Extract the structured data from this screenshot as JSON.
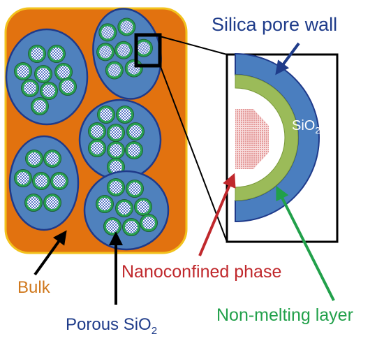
{
  "labels": {
    "silica_pore_wall": "Silica pore wall",
    "sio2_main": "SiO",
    "sio2_sub": "2",
    "nanoconfined_phase": "Nanoconfined phase",
    "non_melting_layer": "Non-melting layer",
    "bulk": "Bulk",
    "porous_main": "Porous SiO",
    "porous_sub": "2"
  },
  "colors": {
    "bulk_fill": "#e2720f",
    "bulk_border": "#f2c21d",
    "particle_fill": "#4f81bd",
    "particle_stroke": "#1f3a8a",
    "nonmelting_ring": "#28a050",
    "inner_core_fill": "#4f81bd",
    "pore_wall_fill": "#4a7ebf",
    "nonmelting_fill": "#9bbb59",
    "nanoconfined_fill": "#e8a0a0",
    "black": "#000000",
    "navy_text": "#1f3c8a",
    "red_text": "#c0282c",
    "green_text": "#21a04a",
    "orange_text": "#d0781c",
    "red_arrow": "#c0282c",
    "green_arrow": "#21a04a",
    "navy_arrow": "#1f3c8a"
  }
}
